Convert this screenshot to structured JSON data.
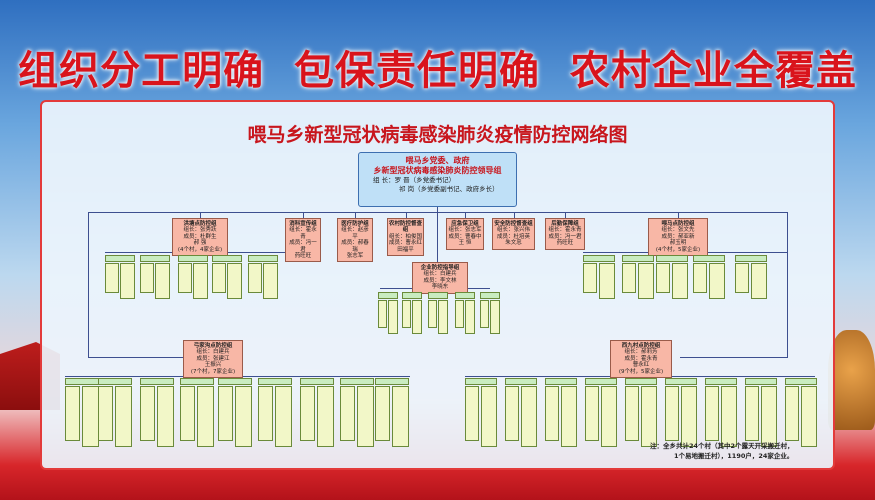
{
  "banner": "组织分工明确  包保责任明确  农村企业全覆盖",
  "subtitle": "喂马乡新型冠状病毒感染肺炎疫情防控网络图",
  "leader": {
    "title1": "喂马乡党委、政府",
    "title2": "乡新型冠状病毒感染肺炎防控领导组",
    "line1": "组  长：罗  晋（乡党委书记）",
    "line2": "祁  岗（乡党委副书记、政府乡长）"
  },
  "groups": [
    {
      "name": "洪塘点防控组",
      "lines": [
        "组长：张秀跃",
        "成员：杜群生",
        "郝 强",
        "(4个村，4家企业)"
      ]
    },
    {
      "name": "消科宣传组",
      "lines": [
        "组长：霍永青",
        "成员：冯一君",
        "药旺旺"
      ]
    },
    {
      "name": "医疗防护组",
      "lines": [
        "组长：赵彦平",
        "成员：郝春瑞",
        "张志军"
      ]
    },
    {
      "name": "农村防控督查组",
      "lines": [
        "组长：柏俊国",
        "成员：曹永红",
        "田福平"
      ]
    },
    {
      "name": "应急保卫组",
      "lines": [
        "组长：张志军",
        "成员：曹春中",
        "王 恒"
      ]
    },
    {
      "name": "安全防控督查组",
      "lines": [
        "组长：张兴伟",
        "成员：杜培英",
        "朱文忠"
      ]
    },
    {
      "name": "后勤保障组",
      "lines": [
        "组长：霍永青",
        "成员：冯一君",
        "药旺旺"
      ]
    },
    {
      "name": "喂马点防控组",
      "lines": [
        "组长：张文先",
        "成员：郝亚新",
        "郝玉明",
        "(4个村，5家企业)"
      ]
    }
  ],
  "enterprise": {
    "name": "企业防控指导组",
    "lines": [
      "组长：白建兵",
      "成员：李文林",
      "李晓东"
    ]
  },
  "south_left": {
    "name": "弓家沟点防控组",
    "lines": [
      "组长：白建兵",
      "成员：张建江",
      "王振兴",
      "(7个村，7家企业)"
    ]
  },
  "south_right": {
    "name": "西九村点防控组",
    "lines": [
      "组长：郝莉芳",
      "成员：霍永青",
      "曹永红",
      "(9个村，5家企业)"
    ]
  },
  "note": {
    "line1": "注：全乡共计24个村（其中2个露天开采搬迁村，",
    "line2": "1个易地搬迁村），1190户，24家企业。"
  }
}
